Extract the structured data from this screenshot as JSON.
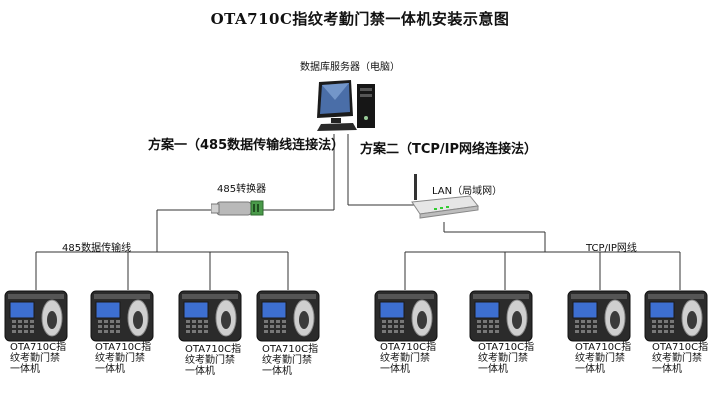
{
  "title": "OTA710C指纹考勤门禁一体机安装示意图",
  "server_label": "数据库服务器（电脑）",
  "plan_one": "方案一（485数据传输线连接法）",
  "plan_two": "方案二（TCP/IP网络连接法）",
  "converter_label": "485转换器",
  "lan_label": "LAN（局域网）",
  "line_485_label": "485数据传输线",
  "line_tcp_label": "TCP/IP网线",
  "devices_left": [
    {
      "label": "OTA710C指纹考勤门禁一体机"
    },
    {
      "label": "OTA710C指纹考勤门禁一体机"
    },
    {
      "label": "OTA710C指纹考勤门禁一体机"
    },
    {
      "label": "OTA710C指纹考勤门禁一体机"
    }
  ],
  "devices_right": [
    {
      "label": "OTA710C指纹考勤门禁一体机"
    },
    {
      "label": "OTA710C指纹考勤门禁一体机"
    },
    {
      "label": "OTA710C指纹考勤门禁一体机"
    },
    {
      "label": "OTA710C指纹考勤门禁一体机"
    }
  ]
}
